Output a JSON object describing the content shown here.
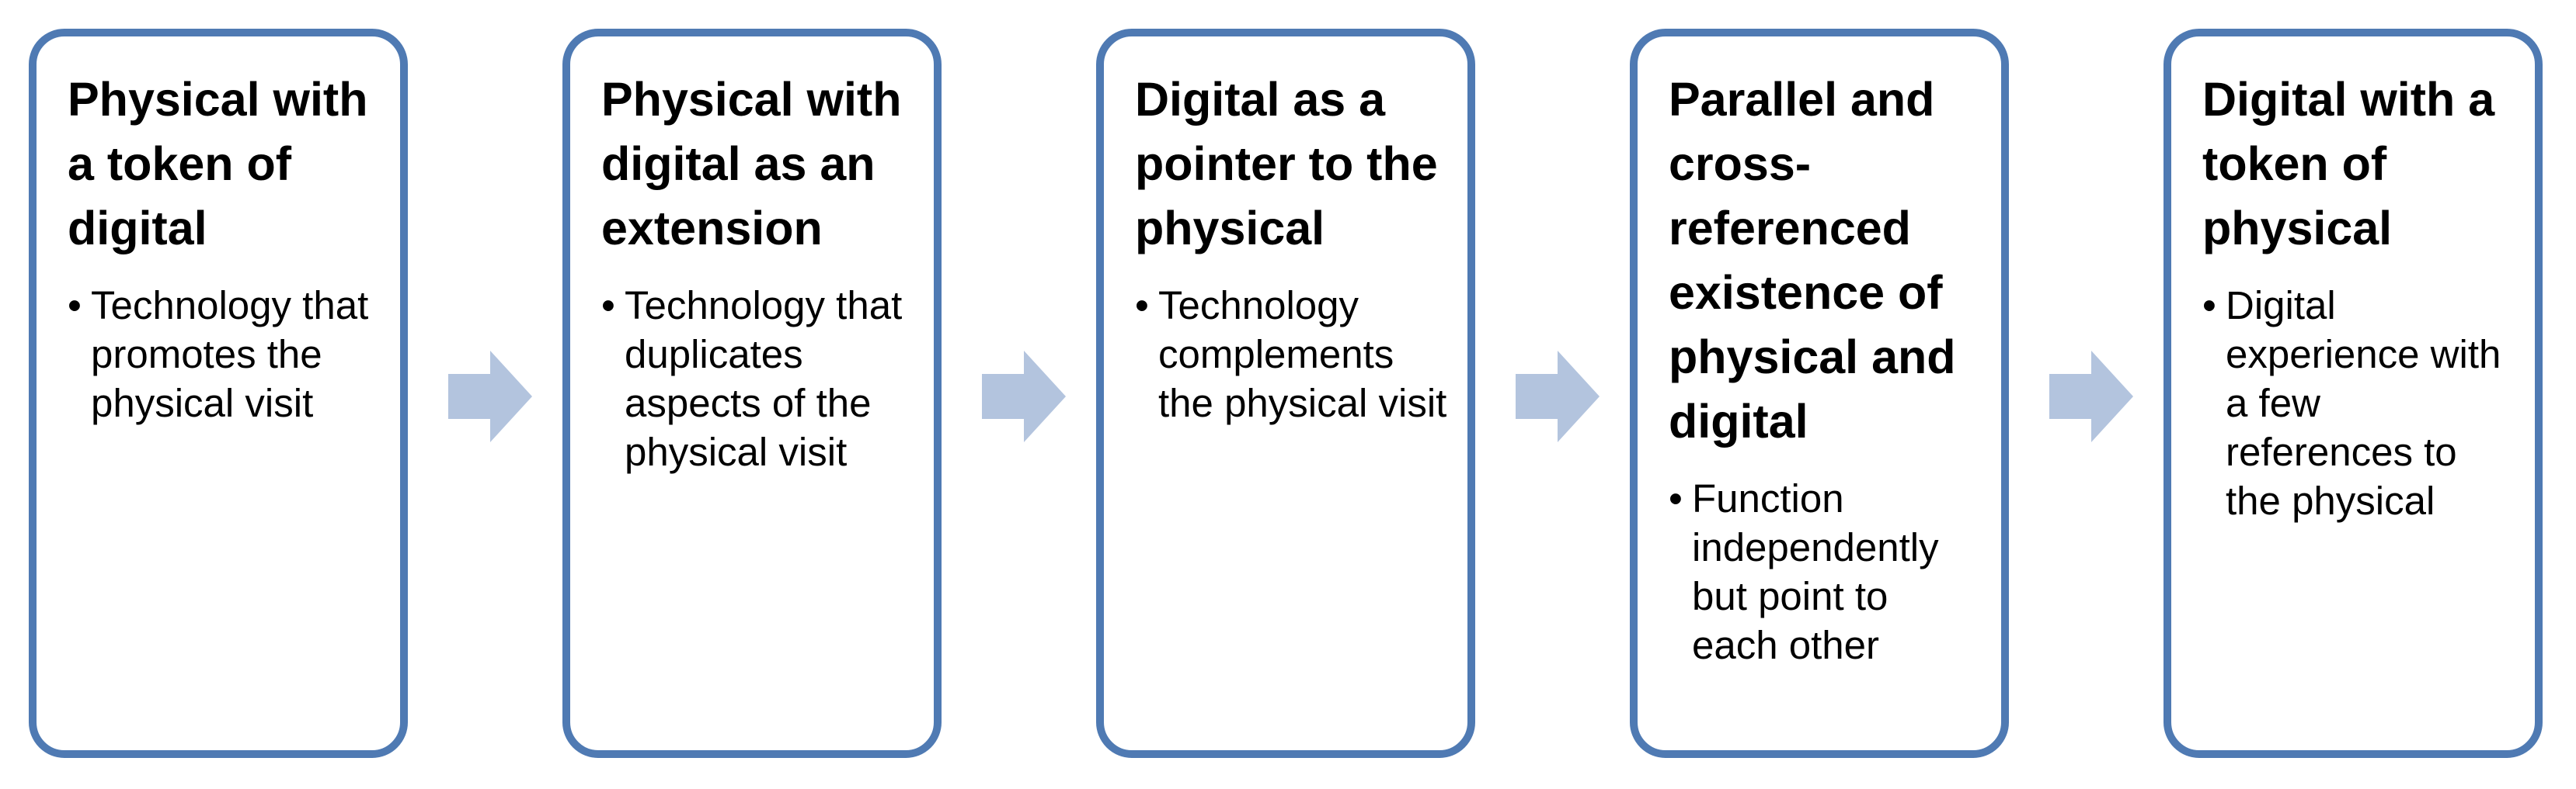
{
  "steps": [
    {
      "title": "Physical with a token of digital",
      "bullet": "Technology that promotes the physical visit"
    },
    {
      "title": "Physical with digital as an extension",
      "bullet": "Technology that duplicates aspects of the physical visit"
    },
    {
      "title": "Digital as a pointer to the physical",
      "bullet": "Technology complements the physical visit"
    },
    {
      "title": "Parallel and cross-referenced existence of physical and digital",
      "bullet": "Function independently but point to each other"
    },
    {
      "title": "Digital with a token of physical",
      "bullet": "Digital experience with a few references to the physical"
    }
  ],
  "bullet_symbol": "•",
  "colors": {
    "box_border": "#4f7ab3",
    "arrow_fill": "#b3c4de"
  },
  "icons": {
    "connector": "right-arrow-icon"
  }
}
